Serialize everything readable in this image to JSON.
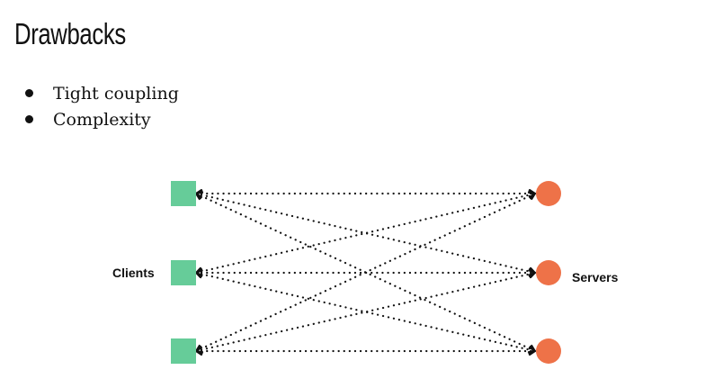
{
  "slide": {
    "title": "Drawbacks",
    "bullets": [
      {
        "text": "Tight coupling"
      },
      {
        "text": "Complexity"
      }
    ]
  },
  "diagram": {
    "clients_label": "Clients",
    "servers_label": "Servers",
    "colors": {
      "client": "#66cc99",
      "server": "#ee7248",
      "connection": "#111111"
    }
  }
}
